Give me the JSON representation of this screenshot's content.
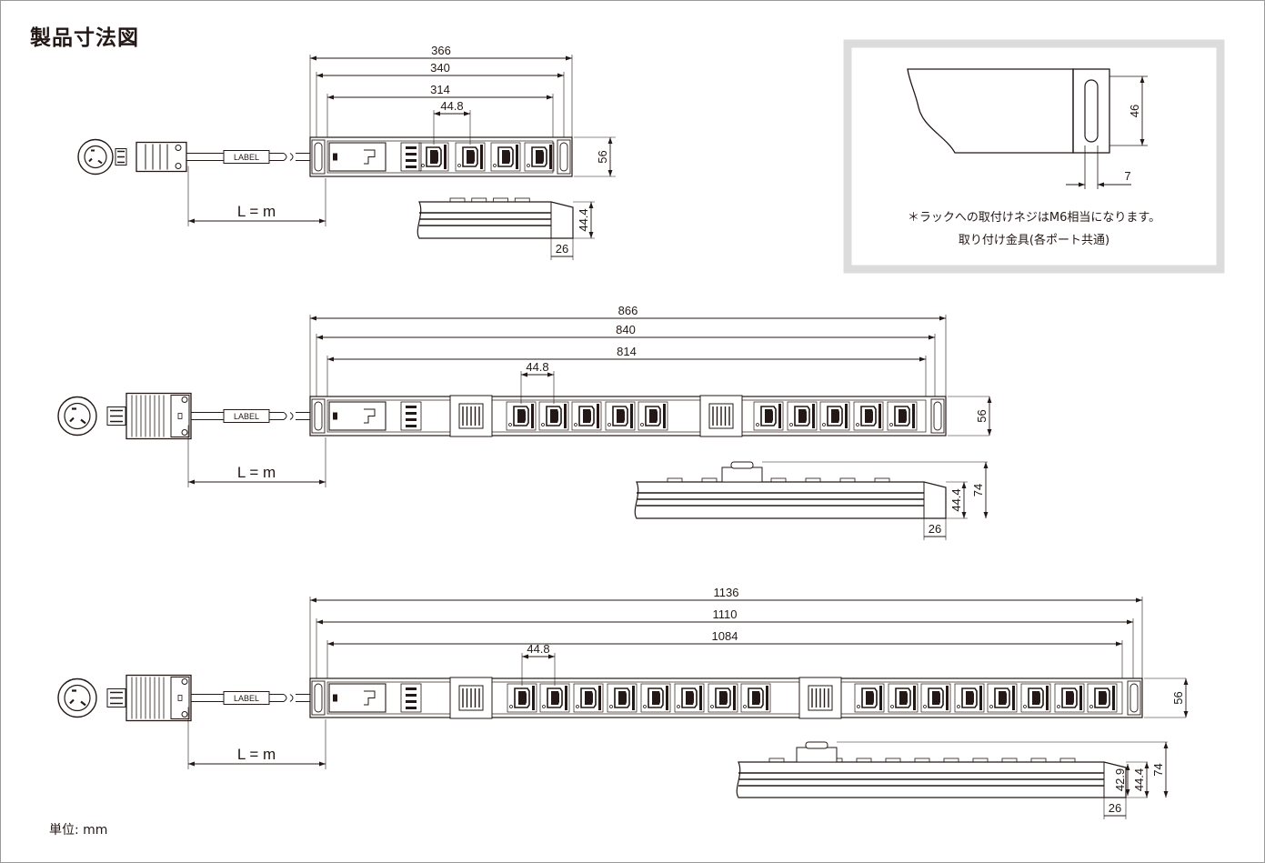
{
  "page": {
    "title": "製品寸法図",
    "unit_note": "単位: mm"
  },
  "common": {
    "plug_label": "LABEL",
    "cable_length": "L = m",
    "port_pitch": "44.8"
  },
  "models": [
    {
      "lengths": [
        "366",
        "340",
        "314"
      ],
      "height": "56",
      "side_depth": "44.4",
      "side_width": "26"
    },
    {
      "lengths": [
        "866",
        "840",
        "814"
      ],
      "height": "56",
      "side_depth": "44.4",
      "side_total": "74",
      "side_width": "26"
    },
    {
      "lengths": [
        "1136",
        "1110",
        "1084"
      ],
      "height": "56",
      "side_inner": "42.9",
      "side_depth": "44.4",
      "side_total": "74",
      "side_width": "26"
    }
  ],
  "bracket": {
    "height": "46",
    "width": "7",
    "note_line1": "＊ラックへの取付けネジはM6相当になります。",
    "note_line2": "取り付け金具(各ポート共通)"
  }
}
